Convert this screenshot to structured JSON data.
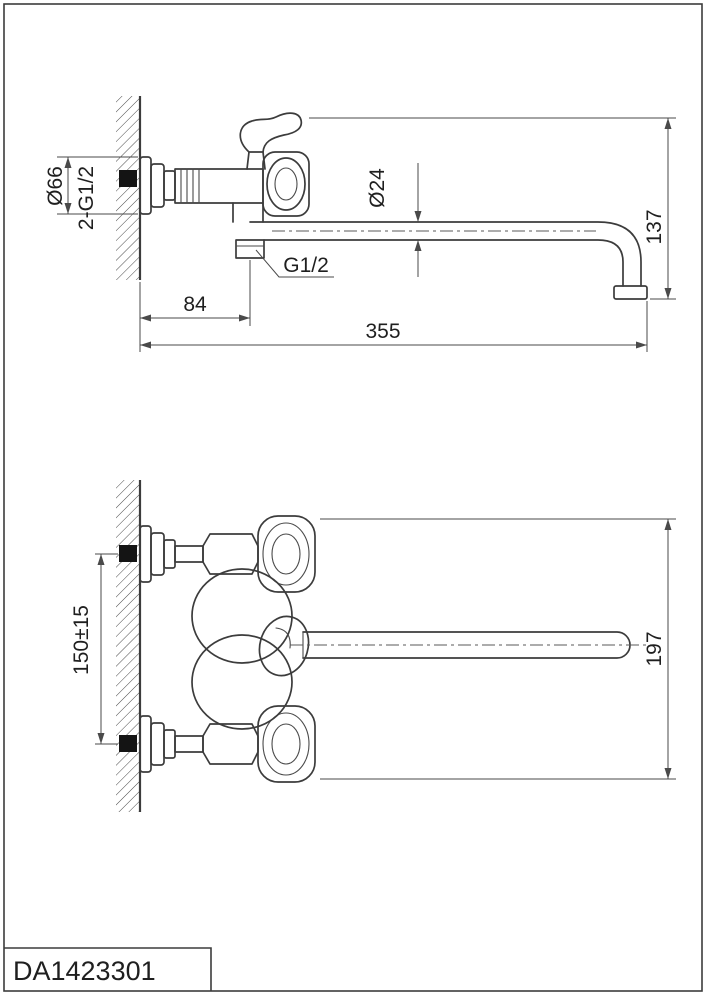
{
  "title_block": {
    "model_code": "DA1423301"
  },
  "side_view": {
    "labels": {
      "escutcheon_diameter": "Ø66",
      "wall_inlets": "2-G1/2",
      "spout_diameter": "Ø24",
      "height": "137",
      "spout_thread": "G1/2",
      "wall_to_outlet": "84",
      "total_length": "355"
    }
  },
  "front_view": {
    "labels": {
      "inlet_spacing": "150±15",
      "body_height": "197"
    }
  }
}
